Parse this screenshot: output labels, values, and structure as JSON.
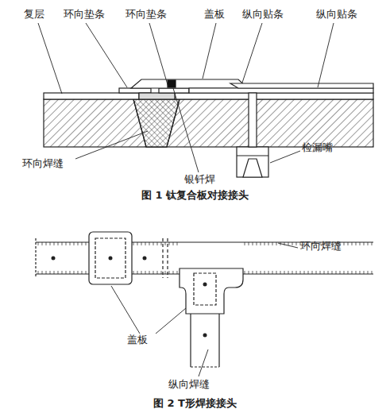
{
  "diagram": {
    "labels": [
      "复层",
      "环向垫条",
      "环向垫条",
      "盖板",
      "纵向贴条",
      "纵向贴条",
      "检漏嘴",
      "环向焊缝",
      "银钎焊",
      "图 1 钛复合板对接接头",
      "盖板",
      "环向焊缝",
      "纵向焊缝",
      "图 2 T形焊接接头"
    ]
  }
}
